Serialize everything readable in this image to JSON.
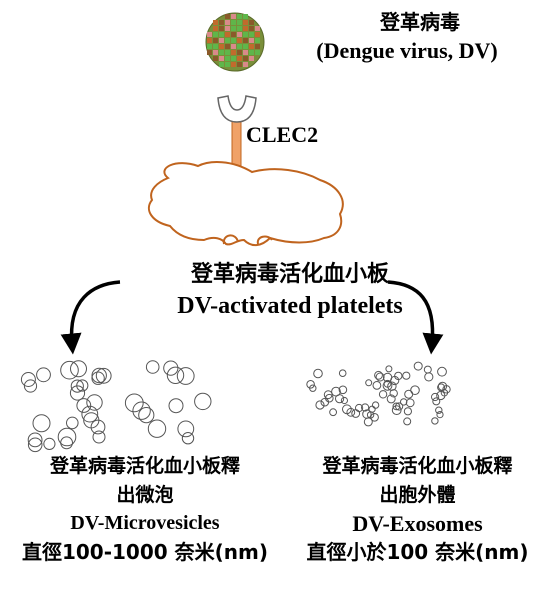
{
  "virus": {
    "name_zh": "登革病毒",
    "name_en": "(Dengue virus, DV)"
  },
  "receptor": {
    "label": "CLEC2"
  },
  "platelet": {
    "name_zh": "登革病毒活化血小板",
    "name_en": "DV-activated platelets"
  },
  "microvesicles": {
    "line1": "登革病毒活化血小板釋",
    "line2": "出微泡",
    "line3": "DV-Microvesicles",
    "line4": "直徑100-1000 奈米(nm)"
  },
  "exosomes": {
    "line1": "登革病毒活化血小板釋",
    "line2": "出胞外體",
    "line3": "DV-Exosomes",
    "line4": "直徑小於100 奈米(nm)"
  },
  "colors": {
    "platelet_outline": "#c0641e",
    "receptor_fill": "#f0a268",
    "virus_green": "#5fb64a",
    "virus_orange": "#c26a2c",
    "virus_pink": "#d98a8a",
    "vesicle_stroke": "#555555",
    "arrow": "#000000"
  }
}
